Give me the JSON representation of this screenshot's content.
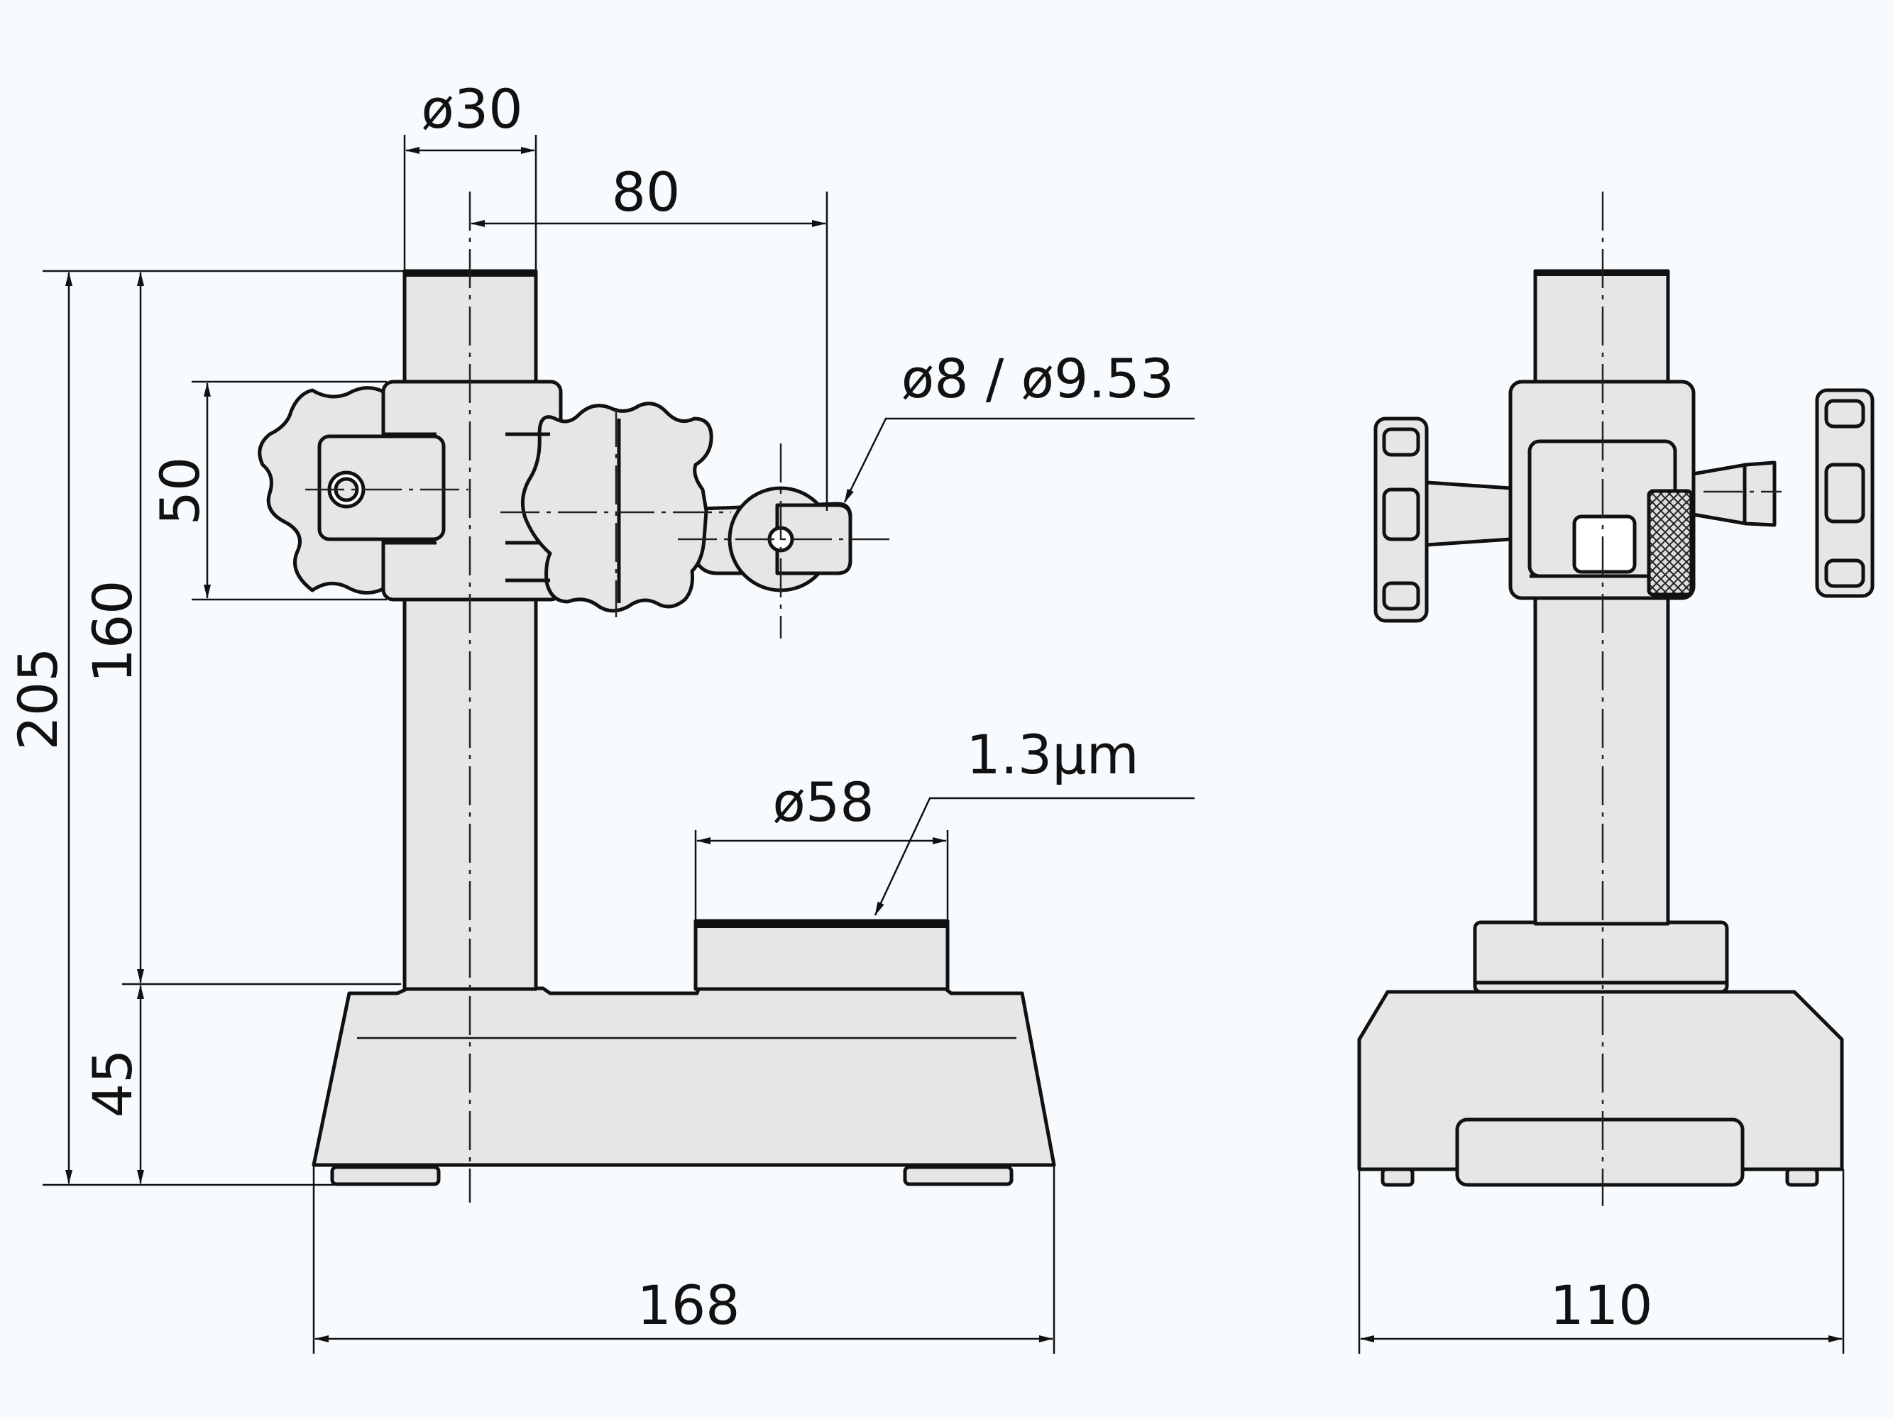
{
  "colors": {
    "background": "#f7fbfd",
    "part_fill": "#e6e6e6",
    "line": "#111111"
  },
  "dimensions": {
    "column_diameter": "ø30",
    "arm_reach": "80",
    "stem_diameter": "ø8 / ø9.53",
    "holder_height": "50",
    "max_height_to_base": "160",
    "overall_height": "205",
    "base_height": "45",
    "base_length": "168",
    "anvil_diameter": "ø58",
    "anvil_flatness": "1.3µm",
    "base_width": "110"
  }
}
